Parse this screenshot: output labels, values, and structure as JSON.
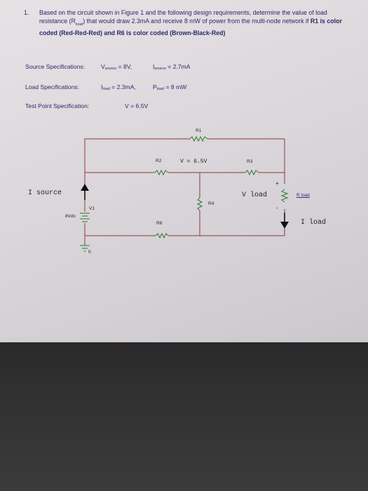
{
  "question": {
    "number": "1.",
    "text_1": "Based on the circuit shown in Figure 1 and the following design requirements, determine the value of load resistance (R",
    "text_sub": "load",
    "text_2": ") that would draw 2.3mA and receive 8 mW of power from the multi-node network if",
    "text_bold_1": "R1 is color coded (Red-Red-Red) and R6 is color coded (Brown-Black-Red)"
  },
  "specs": {
    "source_label": "Source Specifications:",
    "vsource_sym": "V",
    "vsource_sub": "source",
    "vsource_val": " = 8V,",
    "isource_sym": "I",
    "isource_sub": "source",
    "isource_val": " = 2.7mA",
    "load_label": "Load Specifications:",
    "iload_sym": "I",
    "iload_sub": "load",
    "iload_val": " = 2.3mA,",
    "pload_sym": "P",
    "pload_sub": "load",
    "pload_val": " = 8 mW",
    "test_label": "Test Point Specification:",
    "test_val": "V = 6.5V"
  },
  "circuit": {
    "r1": "R1",
    "r2": "R2",
    "r3": "R3",
    "r4": "R4",
    "r6": "R6",
    "v1": "V1",
    "vdc": "8Vdc",
    "v_test": "V = 6.5V",
    "i_source": "I source",
    "v_load": "V load",
    "r_load": "R load",
    "i_load": "I load",
    "plus": "+",
    "minus": "-",
    "ground": "0"
  },
  "colors": {
    "wire": "#8b3a3a",
    "component": "#2d7a2d",
    "text_ink": "#2a2a6a"
  }
}
